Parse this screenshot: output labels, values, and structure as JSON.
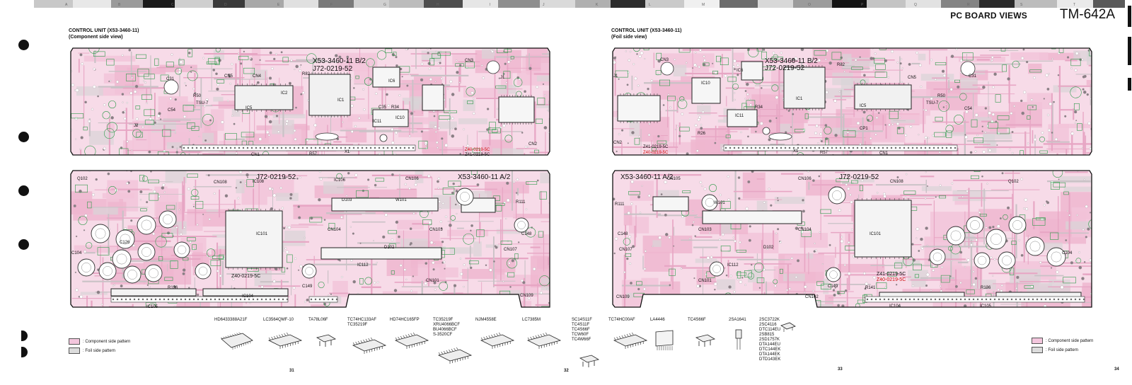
{
  "header": {
    "page_title": "PC BOARD VIEWS",
    "model": "TM-642A"
  },
  "color_bar_letters": [
    "A",
    "B",
    "C",
    "D",
    "E",
    "F",
    "G",
    "H",
    "I",
    "J",
    "K",
    "L",
    "M",
    "N",
    "O",
    "P",
    "Q",
    "R",
    "S",
    "T"
  ],
  "left_section": {
    "title_line1": "CONTROL UNIT (X53-3460-11)",
    "title_line2": "(Component side view)"
  },
  "right_section": {
    "title_line1": "CONTROL UNIT (X53-3460-11)",
    "title_line2": "(Foil side view)"
  },
  "left_top_board": {
    "labels": [
      {
        "id": "x53",
        "text": "X53-3460-11  B/2"
      },
      {
        "id": "j72",
        "text": "J72-0219-52"
      },
      {
        "id": "z40",
        "text": "Z40-0219-5C"
      },
      {
        "id": "z41",
        "text": "Z41-0219-5C"
      },
      {
        "id": "ic1",
        "text": "IC1"
      },
      {
        "id": "ic2",
        "text": "IC2"
      },
      {
        "id": "ic5",
        "text": "IC5"
      },
      {
        "id": "ic6",
        "text": "IC6"
      },
      {
        "id": "ic10",
        "text": "IC10"
      },
      {
        "id": "ic11",
        "text": "IC11"
      },
      {
        "id": "cn1",
        "text": "CN1"
      },
      {
        "id": "cn2",
        "text": "CN2"
      },
      {
        "id": "cn3",
        "text": "CN3"
      },
      {
        "id": "cn4",
        "text": "CN4"
      },
      {
        "id": "cn5",
        "text": "CN5"
      },
      {
        "id": "x1",
        "text": "X1"
      },
      {
        "id": "tsu",
        "text": "TSU-7"
      },
      {
        "id": "j1",
        "text": "J1"
      },
      {
        "id": "j2",
        "text": "J2"
      },
      {
        "id": "r82",
        "text": "R82"
      },
      {
        "id": "r50",
        "text": "R50"
      },
      {
        "id": "c31",
        "text": "C31"
      },
      {
        "id": "c54",
        "text": "C54"
      },
      {
        "id": "c35",
        "text": "C35"
      },
      {
        "id": "r34",
        "text": "R34"
      },
      {
        "id": "r57",
        "text": "R57"
      }
    ]
  },
  "left_bottom_board": {
    "labels": [
      {
        "id": "j72",
        "text": "J72-0219-52"
      },
      {
        "id": "x53",
        "text": "X53-3460-11  A/2"
      },
      {
        "id": "z40",
        "text": "Z40-0219-5C"
      },
      {
        "id": "ic101",
        "text": "IC101"
      },
      {
        "id": "ic104",
        "text": "IC104"
      },
      {
        "id": "ic105",
        "text": "IC105"
      },
      {
        "id": "ic106",
        "text": "IC106"
      },
      {
        "id": "ic108",
        "text": "IC108"
      },
      {
        "id": "ic112",
        "text": "IC112"
      },
      {
        "id": "cn101",
        "text": "CN101"
      },
      {
        "id": "cn103",
        "text": "CN103"
      },
      {
        "id": "cn104",
        "text": "CN104"
      },
      {
        "id": "cn106",
        "text": "CN106"
      },
      {
        "id": "cn107",
        "text": "CN107"
      },
      {
        "id": "cn108",
        "text": "CN108"
      },
      {
        "id": "cn109",
        "text": "CN109"
      },
      {
        "id": "c104",
        "text": "C104"
      },
      {
        "id": "c126",
        "text": "C126"
      },
      {
        "id": "c148",
        "text": "C148"
      },
      {
        "id": "c149",
        "text": "C149"
      },
      {
        "id": "d102",
        "text": "D102"
      },
      {
        "id": "d103",
        "text": "D103"
      },
      {
        "id": "w101",
        "text": "W101"
      },
      {
        "id": "r136",
        "text": "R136"
      },
      {
        "id": "r111",
        "text": "R111"
      },
      {
        "id": "q102",
        "text": "Q102"
      }
    ]
  },
  "right_top_board": {
    "labels": [
      {
        "id": "x53",
        "text": "X53-3460-11  B/2"
      },
      {
        "id": "j72",
        "text": "J72-0219-52"
      },
      {
        "id": "z41",
        "text": "Z41-0219-5C"
      },
      {
        "id": "z40",
        "text": "Z40-0219-5C"
      },
      {
        "id": "ic1",
        "text": "IC1"
      },
      {
        "id": "ic5",
        "text": "IC5"
      },
      {
        "id": "ic6",
        "text": "IC6"
      },
      {
        "id": "ic10",
        "text": "IC10"
      },
      {
        "id": "ic11",
        "text": "IC11"
      },
      {
        "id": "cn1",
        "text": "CN1"
      },
      {
        "id": "cn2",
        "text": "CN2"
      },
      {
        "id": "cn3",
        "text": "CN3"
      },
      {
        "id": "cn5",
        "text": "CN5"
      },
      {
        "id": "x1",
        "text": "X1"
      },
      {
        "id": "tsu",
        "text": "TSU-7"
      },
      {
        "id": "j1",
        "text": "J1"
      },
      {
        "id": "c31",
        "text": "C31"
      },
      {
        "id": "c54",
        "text": "C54"
      },
      {
        "id": "r50",
        "text": "R50"
      },
      {
        "id": "r82",
        "text": "R82"
      },
      {
        "id": "r34",
        "text": "R34"
      },
      {
        "id": "r57",
        "text": "R57"
      },
      {
        "id": "cp1",
        "text": "CP1"
      },
      {
        "id": "r26",
        "text": "R26"
      }
    ]
  },
  "right_bottom_board": {
    "labels": [
      {
        "id": "x53",
        "text": "X53-3460-11  A/2"
      },
      {
        "id": "j72",
        "text": "J72-0219-52"
      },
      {
        "id": "z41",
        "text": "Z41-0219-5C"
      },
      {
        "id": "z40",
        "text": "Z40-0219-5C"
      },
      {
        "id": "ic101",
        "text": "IC101"
      },
      {
        "id": "ic104",
        "text": "IC104"
      },
      {
        "id": "ic105",
        "text": "IC105"
      },
      {
        "id": "ic112",
        "text": "IC112"
      },
      {
        "id": "cn101",
        "text": "CN101"
      },
      {
        "id": "cn102",
        "text": "CN102"
      },
      {
        "id": "cn103",
        "text": "CN103"
      },
      {
        "id": "cn104",
        "text": "CN104"
      },
      {
        "id": "cn105",
        "text": "CN105"
      },
      {
        "id": "cn106",
        "text": "CN106"
      },
      {
        "id": "cn107",
        "text": "CN107"
      },
      {
        "id": "cn108",
        "text": "CN108"
      },
      {
        "id": "cn109",
        "text": "CN109"
      },
      {
        "id": "c104",
        "text": "C104"
      },
      {
        "id": "c148",
        "text": "C148"
      },
      {
        "id": "c149",
        "text": "C149"
      },
      {
        "id": "d102",
        "text": "D102"
      },
      {
        "id": "w101",
        "text": "W101"
      },
      {
        "id": "r111",
        "text": "R111"
      },
      {
        "id": "r136",
        "text": "R136"
      },
      {
        "id": "r141",
        "text": "R141"
      },
      {
        "id": "q102",
        "text": "Q102"
      }
    ]
  },
  "parts": [
    {
      "lines": [
        "HD6433388A21F"
      ]
    },
    {
      "lines": [
        "LC3564QMF-10"
      ]
    },
    {
      "lines": [
        "TA78L06F"
      ]
    },
    {
      "lines": [
        "TC74HC133AF",
        "TC35219F"
      ]
    },
    {
      "lines": [
        "HD74HC165FP"
      ]
    },
    {
      "lines": [
        "TC35219F",
        "XRU4066BCF",
        "BU4066BCF",
        "S-3520CF"
      ]
    },
    {
      "lines": [
        "NJM4558E"
      ]
    },
    {
      "lines": [
        "LC7385M"
      ]
    },
    {
      "lines": [
        "SC14S11F",
        "TC4S11F",
        "TC4S66F",
        "TCW60F",
        "TC4W66F"
      ]
    },
    {
      "lines": [
        "TC74HC00AF"
      ]
    },
    {
      "lines": [
        "LA4446"
      ]
    },
    {
      "lines": [
        "TC4S66F"
      ]
    },
    {
      "lines": [
        "2SA1641"
      ]
    },
    {
      "lines": [
        "2SC3722K",
        "2SC4116",
        "DTC114EU",
        "2SB815",
        "2SD1757K",
        "DTA144EU",
        "DTC144EK",
        "DTA144EK",
        "DTD143EK"
      ]
    }
  ],
  "legend": {
    "component": ": Component side pattern",
    "foil": ": Foil side pattern"
  },
  "page_numbers": [
    "31",
    "32",
    "33",
    "34"
  ]
}
